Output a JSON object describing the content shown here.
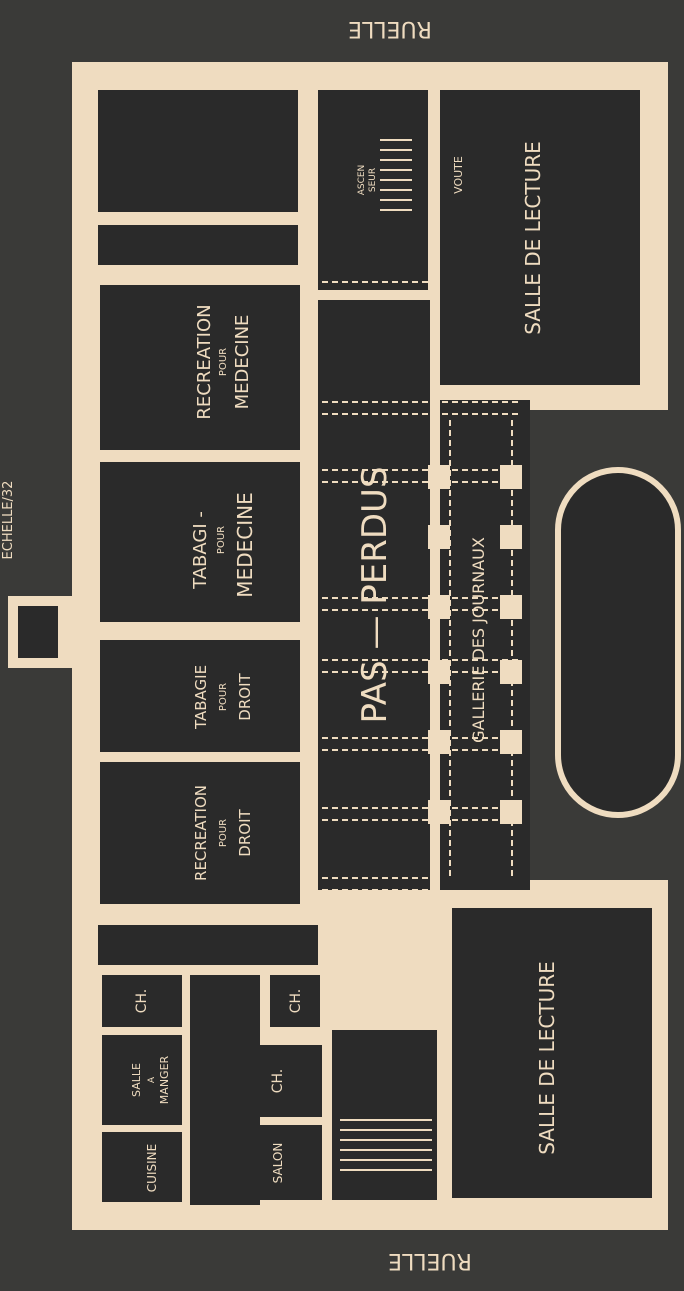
{
  "colors": {
    "ground": "#3a3a38",
    "room": "#2a2a2a",
    "wall": "#efdcc0"
  },
  "street_top": "RUELLE",
  "street_bottom": "RUELLE",
  "scale": "ECHELLE/32",
  "rooms": {
    "salle_lecture_top": [
      "SALLE DE LECTURE"
    ],
    "voute": "VOUTE",
    "ascenseur": [
      "ASCEN",
      "SEUR"
    ],
    "recreation_medecine": [
      "RECREATION",
      "POUR",
      "MEDECINE"
    ],
    "tabagie_medecine": [
      "TABAGI -",
      "POUR",
      "MEDECINE"
    ],
    "tabagie_droit": [
      "TABAGIE",
      "POUR",
      "DROIT"
    ],
    "recreation_droit": [
      "RECREATION",
      "POUR",
      "DROIT"
    ],
    "pas_perdus": "PAS — PERDUS",
    "gallerie": "GALLERIE DES JOURNAUX",
    "salle_lecture_bottom": [
      "SALLE DE LECTURE"
    ],
    "ch_1": "CH.",
    "ch_2": "CH.",
    "ch_3": "CH.",
    "salle_manger": [
      "SALLE",
      "A",
      "MANGER"
    ],
    "cuisine": "CUISINE",
    "salon": "SALON"
  }
}
